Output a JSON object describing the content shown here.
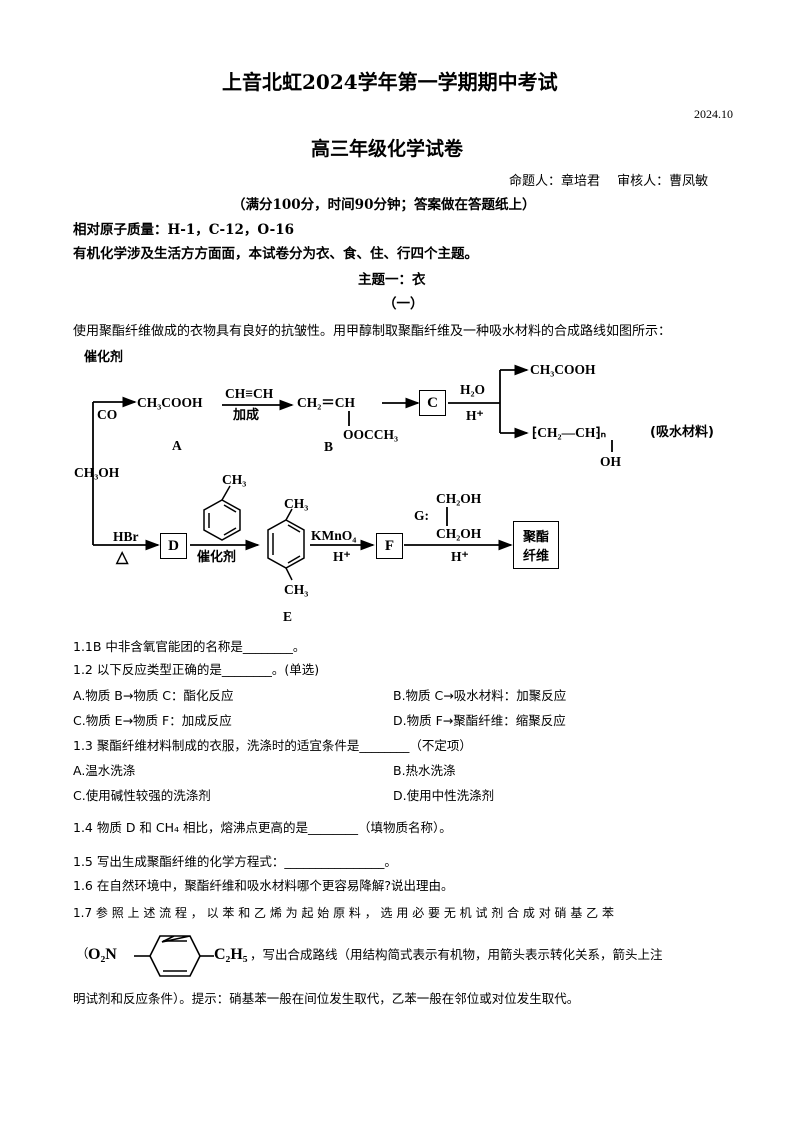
{
  "header": {
    "title": "上音北虹2024学年第一学期期中考试",
    "date": "2024.10",
    "subtitle": "高三年级化学试卷",
    "authors": "命题人：章培君　 审核人：曹凤敏",
    "instructions": "（满分100分，时间90分钟；答案做在答题纸上）",
    "atomic_masses": "相对原子质量：H-1，C-12，O-16",
    "intro": "有机化学涉及生活方方面面，本试卷分为衣、食、住、行四个主题。",
    "theme": "主题一：衣",
    "section": "（一）"
  },
  "passage": "使用聚酯纤维做成的衣物具有良好的抗皱性。用甲醇制取聚酯纤维及一种吸水材料的合成路线如图所示：",
  "diagram": {
    "catalyst1": "催化剂",
    "co": "CO",
    "acetic_acid": "CH₃COOH",
    "label_a": "A",
    "acetylene": "CH≡CH",
    "addition": "加成",
    "vinyl": "CH₂＝CH",
    "ester_group": "OOCCH₃",
    "label_b": "B",
    "box_c": "C",
    "water": "H₂O",
    "h_plus1": "H⁺",
    "acetic_acid2": "CH₃COOH",
    "polymer": "⁅CH₂—CH⁆ₙ",
    "polymer_note": "(吸水材料)",
    "polymer_oh": "OH",
    "methanol": "CH₃OH",
    "hbr": "HBr",
    "heat": "△",
    "box_d": "D",
    "toluene_ch3": "CH₃",
    "catalyst2": "催化剂",
    "e_ch3_top": "CH₃",
    "e_ch3_bottom": "CH₃",
    "label_e": "E",
    "kmno4": "KMnO₄",
    "h_plus2": "H⁺",
    "box_f": "F",
    "g_label": "G:",
    "glycol_top": "CH₂OH",
    "glycol_bottom": "CH₂OH",
    "h_plus3": "H⁺",
    "product_line1": "聚酯",
    "product_line2": "纤维"
  },
  "questions": {
    "q1_1": "1.1B 中非含氧官能团的名称是________。",
    "q1_2": "1.2 以下反应类型正确的是________。(单选)",
    "q1_2_options": [
      "A.物质 B→物质 C：酯化反应",
      "B.物质 C→吸水材料：加聚反应",
      "C.物质 E→物质 F：加成反应",
      "D.物质 F→聚酯纤维：缩聚反应"
    ],
    "q1_3": "1.3 聚酯纤维材料制成的衣服，洗涤时的适宜条件是________（不定项）",
    "q1_3_options": [
      "A.温水洗涤",
      "B.热水洗涤",
      "C.使用碱性较强的洗涤剂",
      "D.使用中性洗涤剂"
    ],
    "q1_4": "1.4 物质 D 和 CH₄ 相比，熔沸点更高的是________（填物质名称）。",
    "q1_5": "1.5 写出生成聚酯纤维的化学方程式：________________。",
    "q1_6": "1.6 在自然环境中，聚酯纤维和吸水材料哪个更容易降解?说出理由。",
    "q1_7_line1": "1.7 参 照 上 述 流 程 ， 以 苯 和 乙 烯 为 起 始 原 料 ， 选 用 必 要 无 机 试 剂 合 成 对 硝 基 乙 苯",
    "q1_7_no2": "O₂N",
    "q1_7_c2h5": "C₂H₅",
    "q1_7_line2": "，写出合成路线（用结构简式表示有机物，用箭头表示转化关系，箭头上注",
    "q1_7_line3": "明试剂和反应条件）。提示：硝基苯一般在间位发生取代，乙苯一般在邻位或对位发生取代。"
  }
}
